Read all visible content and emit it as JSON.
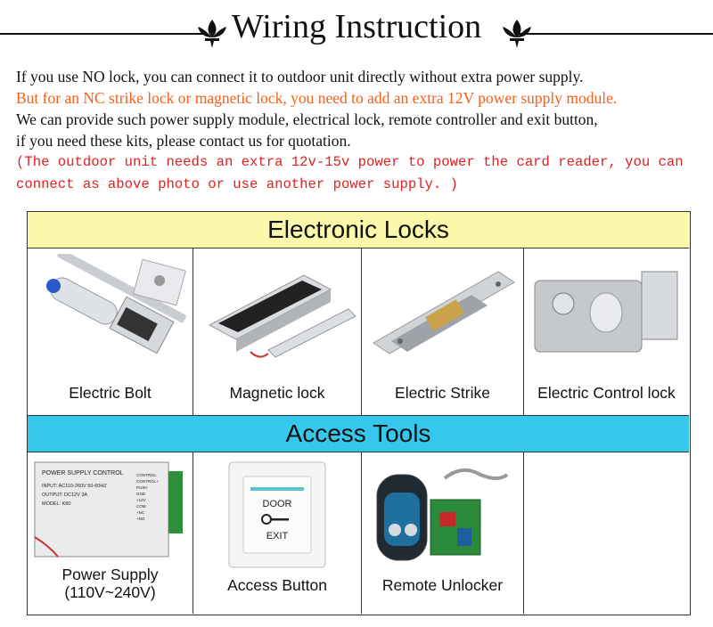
{
  "header": {
    "title": "Wiring Instruction"
  },
  "intro": {
    "line1": "If you use NO lock, you can connect it to outdoor unit directly without extra power supply.",
    "line2": "But for an NC strike lock or magnetic lock, you need to add an extra 12V power supply module.",
    "line3": "We can provide such power supply module, electrical lock, remote controller and exit button,",
    "line4": "if you need these kits, please contact us for quotation.",
    "note1": "(The outdoor unit needs an extra 12v-15v power to power the card reader, you can",
    "note2": "connect as above photo or use another power supply. )"
  },
  "locks": {
    "heading": "Electronic Locks",
    "items": [
      {
        "label": "Electric Bolt"
      },
      {
        "label": "Magnetic lock"
      },
      {
        "label": "Electric Strike"
      },
      {
        "label": "Electric Control lock"
      }
    ]
  },
  "tools": {
    "heading": "Access Tools",
    "items": [
      {
        "label_line1": "Power Supply",
        "label_line2": "(110V~240V)"
      },
      {
        "label": "Access Button"
      },
      {
        "label": "Remote Unlocker"
      }
    ]
  },
  "product_text": {
    "psu_title": "POWER SUPPLY CONTROL",
    "psu_input": "INPUT: AC110-260V 50-60HZ",
    "psu_output": "OUTPUT: DC12V 3A",
    "psu_model": "MODEL: K80",
    "psu_terminals": [
      "CONTROL-",
      "CONTROL+",
      "PUSH",
      "GND",
      "+12V",
      "COM",
      "+NC",
      "+NO"
    ],
    "button_top": "DOOR",
    "button_bottom": "EXIT"
  },
  "colors": {
    "orange": "#f5601b",
    "red_note": "#e02020",
    "yellow_band": "#fbf8a9",
    "cyan_band": "#35c8ec"
  }
}
